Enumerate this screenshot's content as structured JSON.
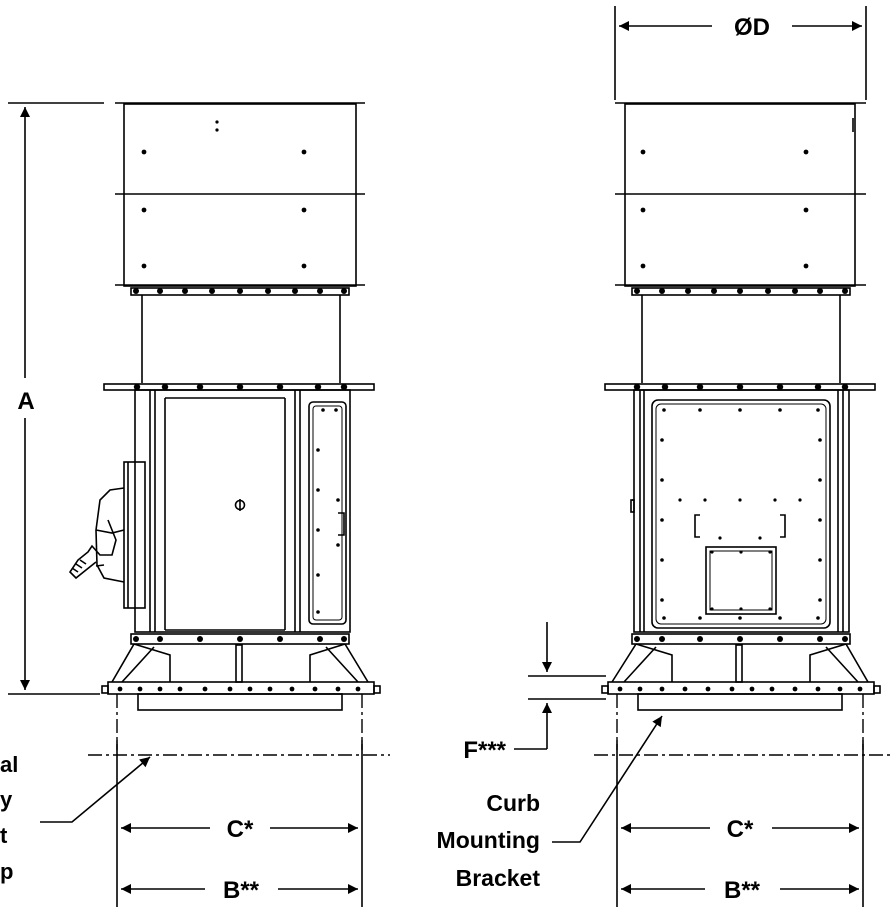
{
  "labels": {
    "dim_a": "A",
    "dim_b_left": "B**",
    "dim_b_right": "B**",
    "dim_c_left": "C*",
    "dim_c_right": "C*",
    "dim_d": "ØD",
    "dim_f": "F***",
    "curb_bracket": [
      "Curb",
      "Mounting",
      "Bracket"
    ],
    "left_partial": [
      "al",
      "y",
      "t",
      "p"
    ]
  }
}
